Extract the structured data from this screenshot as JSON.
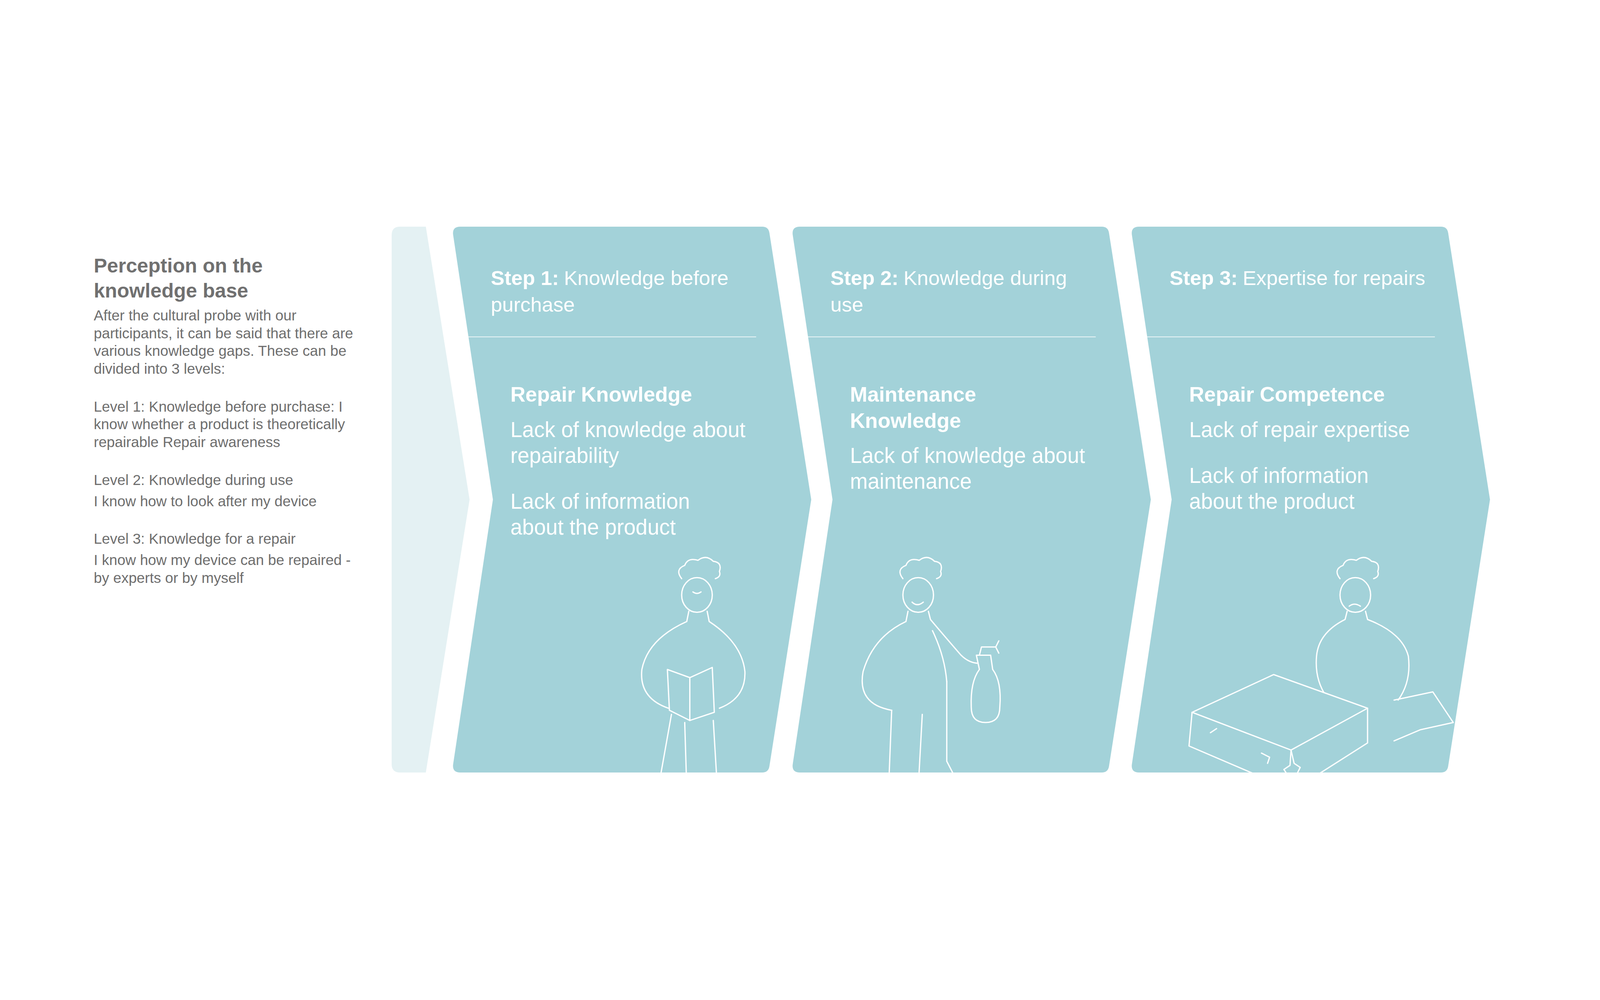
{
  "diagram": {
    "title": "Perception on the knowledge base",
    "nodes": [
      {
        "text": [
          "Step 1:",
          "Knowledge before purchase",
          "Repair Knowledge",
          "Lack of knowledge about repairability",
          "Lack of information about the product"
        ]
      },
      {
        "text": [
          "Step 2:",
          "Knowledge during use",
          "Maintenance Knowledge",
          "Lack of knowledge about maintenance"
        ]
      },
      {
        "text": [
          "Step 3:",
          "Expertise for repairs",
          "Repair Competence",
          "Lack of repair expertise",
          "Lack of information about the product"
        ]
      }
    ],
    "labels": [
      "After the cultural probe with our participants, it can be said that there are various knowledge gaps. These can be divided into 3 levels:",
      "Level 1: Knowledge before purchase: I know whether a product is theoretically repairable Repair awareness",
      "Level 2: Knowledge during use",
      "I know how to look after my device",
      "Level 3: Knowledge for a repair",
      "I know how my device can be repaired - by experts or by myself"
    ]
  }
}
